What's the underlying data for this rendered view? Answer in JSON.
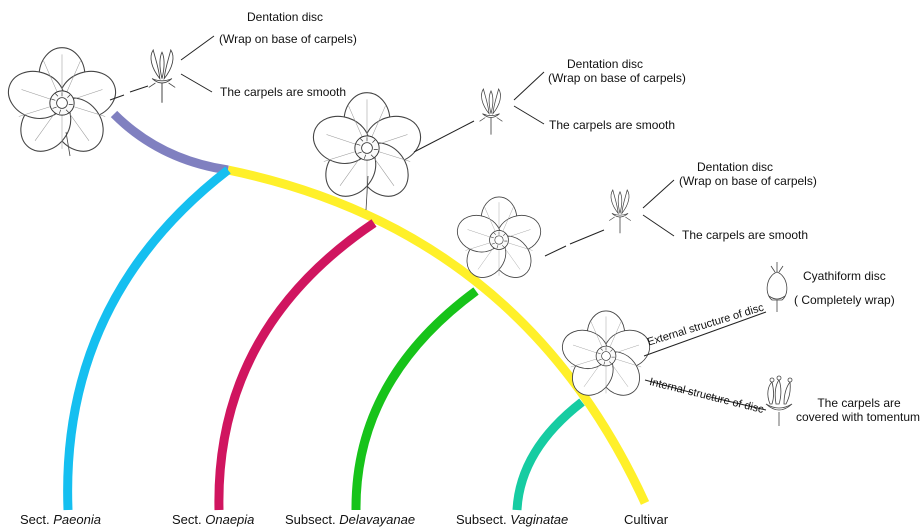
{
  "colors": {
    "sect_paeonia": "#15bff0",
    "sect_onaepia": "#d0155f",
    "subsect_delavayanae": "#17c31a",
    "subsect_vaginatae": "#16cca2",
    "cultivar": "#fff02a",
    "root": "#8080c0"
  },
  "icons": [
    "flower-drawing-icon",
    "carpel-drawing-icon",
    "cyathiform-disc-icon",
    "tomentum-carpel-icon"
  ],
  "clades": {
    "paeonia": {
      "prefix": "Sect. ",
      "name": "Paeonia"
    },
    "onaepia": {
      "prefix": "Sect. ",
      "name": "Onaepia"
    },
    "delavayanae": {
      "prefix": "Subsect. ",
      "name": "Delavayanae"
    },
    "vaginatae": {
      "prefix": "Subsect. ",
      "name": "Vaginatae"
    },
    "cultivar": {
      "label": "Cultivar"
    }
  },
  "annotations": {
    "group1": {
      "disc": "Dentation disc",
      "wrap": "(Wrap on base of carpels)",
      "carpels": "The carpels are smooth"
    },
    "group2": {
      "disc": "Dentation disc",
      "wrap": "(Wrap on base of carpels)",
      "carpels": "The carpels are smooth"
    },
    "group3": {
      "disc": "Dentation disc",
      "wrap": "(Wrap on base of carpels)",
      "carpels": "The carpels are smooth"
    },
    "group4": {
      "external": "External structure of disc",
      "internal": "Internal structure of disc",
      "disc": "Cyathiform disc",
      "wrap": "( Completely wrap)",
      "carpels_line1": "The carpels are",
      "carpels_line2": "covered with tomentum"
    }
  }
}
